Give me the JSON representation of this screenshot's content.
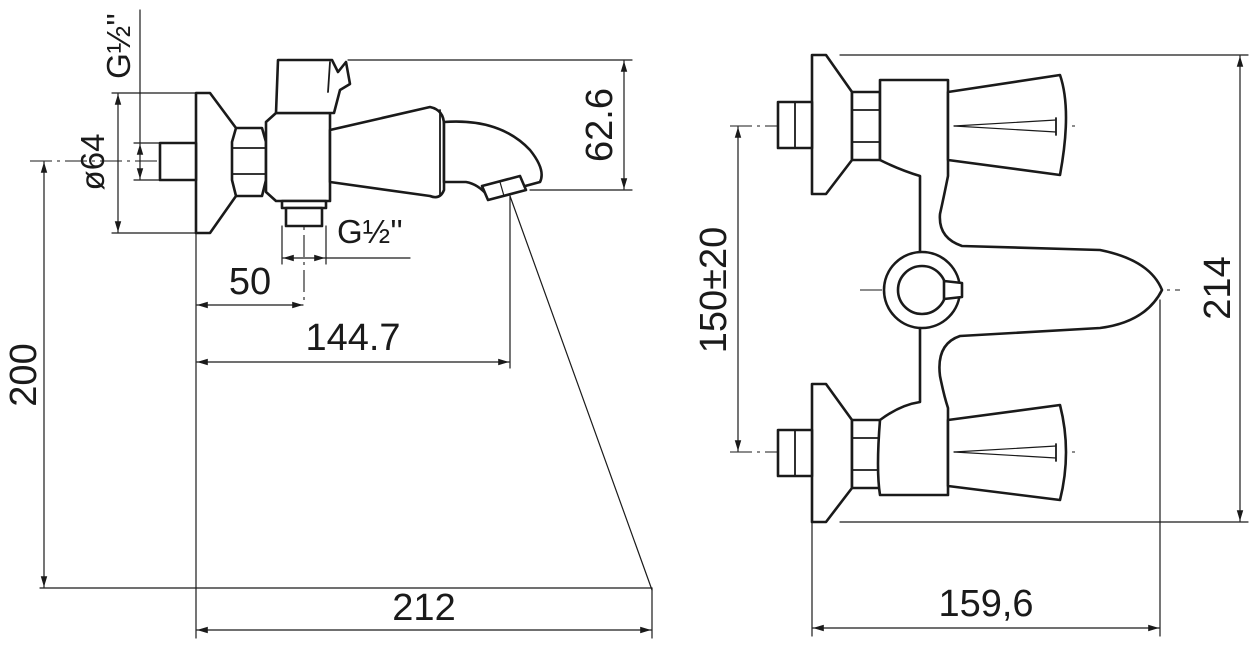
{
  "side_view": {
    "dim_width_total": "212",
    "dim_height": "200",
    "dim_spout_reach": "144.7",
    "dim_outlet_offset": "50",
    "dim_flange_diameter": "ø64",
    "dim_inlet_thread": "G½''",
    "dim_outlet_thread": "G½''",
    "dim_handle_height": "62.6"
  },
  "front_view": {
    "dim_width": "159,6",
    "dim_height": "214",
    "dim_center_distance": "150±20"
  },
  "colors": {
    "line": "#1a1a1a",
    "background": "#ffffff"
  }
}
